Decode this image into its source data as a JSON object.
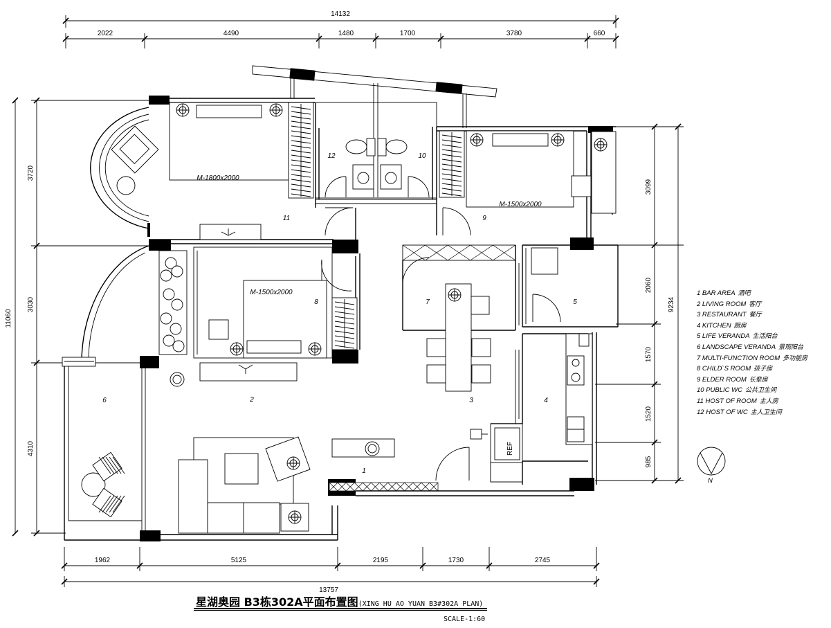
{
  "dims_top_total": "14132",
  "dims_top": [
    "2022",
    "4490",
    "1480",
    "1700",
    "3780",
    "660"
  ],
  "dims_bottom": [
    "1962",
    "5125",
    "2195",
    "1730",
    "2745"
  ],
  "dims_bottom_total": "13757",
  "dims_left": [
    "3720",
    "3030",
    "4310"
  ],
  "dims_left_total": "11060",
  "dims_right": [
    "3099",
    "2060",
    "1570",
    "1520",
    "985"
  ],
  "dims_right_total": "9234",
  "rooms": [
    "1",
    "2",
    "3",
    "4",
    "5",
    "6",
    "7",
    "8",
    "9",
    "10",
    "11",
    "12"
  ],
  "beds": [
    "M-1800x2000",
    "M-1500x2000",
    "M-1500x2000"
  ],
  "ref": "REF",
  "north": "N",
  "legend": [
    {
      "en": "1  BAR AREA",
      "cn": "酒吧"
    },
    {
      "en": "2  LIVING ROOM",
      "cn": "客厅"
    },
    {
      "en": "3  RESTAURANT",
      "cn": "餐厅"
    },
    {
      "en": "4  KITCHEN",
      "cn": "厨房"
    },
    {
      "en": "5  LIFE VERANDA",
      "cn": "生活阳台"
    },
    {
      "en": "6  LANDSCAPE VERANDA",
      "cn": "景观阳台"
    },
    {
      "en": "7  MULTI-FUNCTION ROOM",
      "cn": "多功能房"
    },
    {
      "en": "8  CHILD`S ROOM",
      "cn": "孩子房"
    },
    {
      "en": "9  ELDER ROOM",
      "cn": "长辈房"
    },
    {
      "en": "10  PUBLIC WC",
      "cn": "公共卫生间"
    },
    {
      "en": "11  HOST OF ROOM",
      "cn": "主人房"
    },
    {
      "en": "12  HOST OF WC",
      "cn": "主人卫生间"
    }
  ],
  "title": "星湖奥园 B3栋302A平面布置图",
  "title_sub": "(XING HU AO YUAN B3#302A PLAN)",
  "scale": "SCALE-1:60"
}
